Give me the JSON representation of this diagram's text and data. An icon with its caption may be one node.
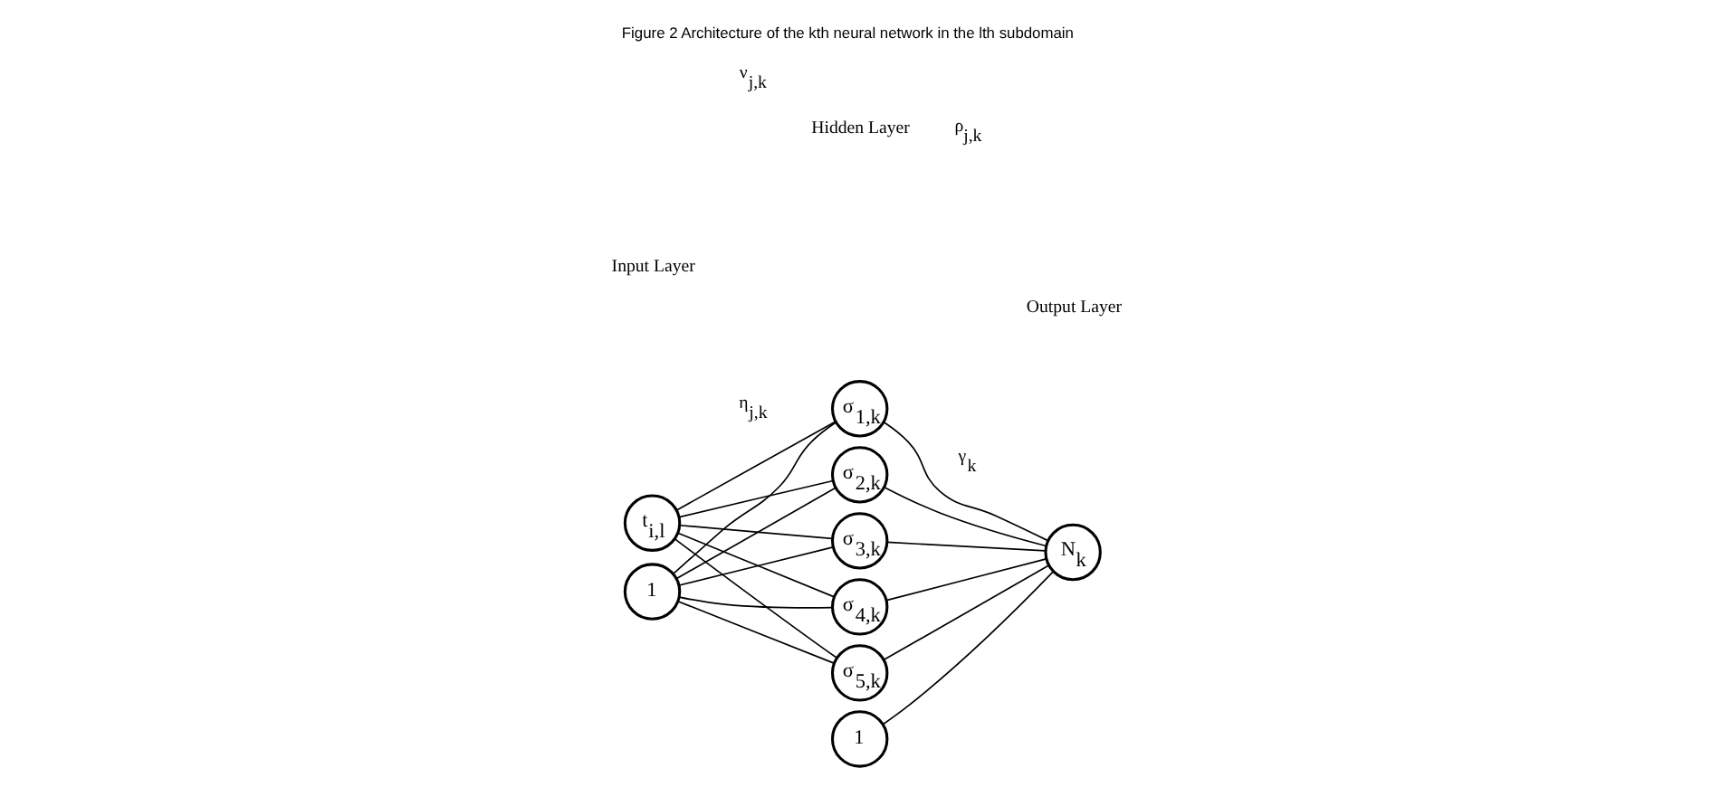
{
  "diagram": {
    "caption": "Figure 2 Architecture of the kth neural network in the lth subdomain",
    "nodes": [
      {
        "text": [
          "t$_{i,l}$"
        ]
      },
      {
        "text": [
          "1"
        ]
      },
      {
        "text": [
          "σ$_{1,k}$"
        ]
      },
      {
        "text": [
          "σ$_{2,k}$"
        ]
      },
      {
        "text": [
          "σ$_{3,k}$"
        ]
      },
      {
        "text": [
          "σ$_{4,k}$"
        ]
      },
      {
        "text": [
          "σ$_{5,k}$"
        ]
      },
      {
        "text": [
          "1"
        ]
      },
      {
        "text": [
          "N$_{k}$"
        ]
      }
    ],
    "edges": [
      {
        "from": 0,
        "to": 2,
        "arrow": "none"
      },
      {
        "from": 0,
        "to": 3,
        "arrow": "none"
      },
      {
        "from": 0,
        "to": 4,
        "arrow": "none"
      },
      {
        "from": 0,
        "to": 5,
        "arrow": "none"
      },
      {
        "from": 0,
        "to": 6,
        "arrow": "none"
      },
      {
        "from": 1,
        "to": 2,
        "arrow": "none"
      },
      {
        "from": 1,
        "to": 3,
        "arrow": "none"
      },
      {
        "from": 1,
        "to": 4,
        "arrow": "none"
      },
      {
        "from": 1,
        "to": 5,
        "arrow": "none"
      },
      {
        "from": 1,
        "to": 6,
        "arrow": "none"
      },
      {
        "from": 2,
        "to": 8,
        "arrow": "none"
      },
      {
        "from": 3,
        "to": 8,
        "arrow": "none"
      },
      {
        "from": 4,
        "to": 8,
        "arrow": "none"
      },
      {
        "from": 5,
        "to": 8,
        "arrow": "none"
      },
      {
        "from": 6,
        "to": 8,
        "arrow": "none"
      },
      {
        "from": 7,
        "to": 8,
        "arrow": "none"
      }
    ],
    "labels": [
      "Input Layer",
      "Hidden Layer",
      "Output Layer",
      "ν$_{j,k}$",
      "ρ$_{j,k}$",
      "η$_{j,k}$",
      "γ$_{k}$"
    ]
  }
}
